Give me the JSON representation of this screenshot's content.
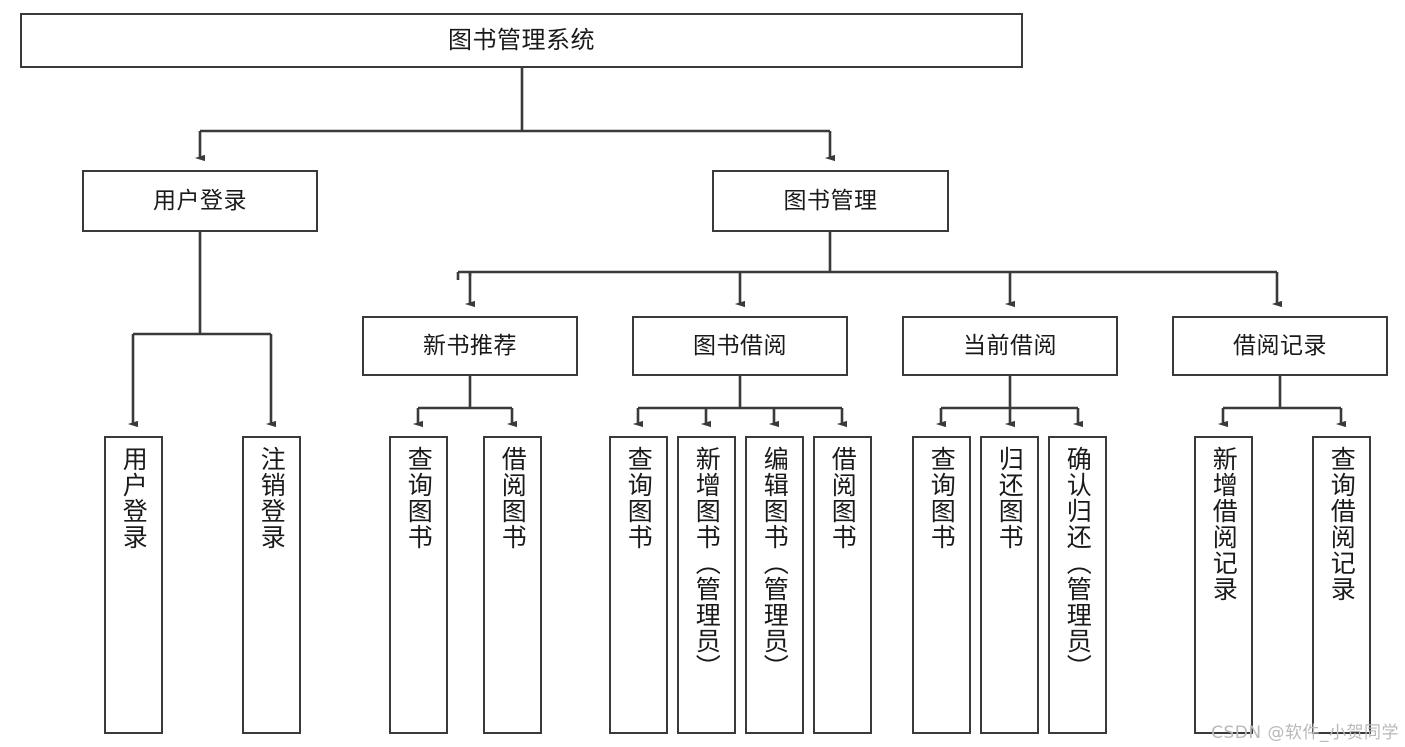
{
  "diagram": {
    "title": "图书管理系统",
    "type": "hierarchy-tree",
    "watermark": "CSDN @软件_小贺同学",
    "colors": {
      "stroke": "#3a3a3a",
      "text": "#1a1a1a",
      "background": "#ffffff",
      "watermark": "#b9b9b9"
    },
    "root": {
      "label": "图书管理系统"
    },
    "level1": [
      {
        "label": "用户登录"
      },
      {
        "label": "图书管理"
      }
    ],
    "level2": [
      {
        "label": "新书推荐"
      },
      {
        "label": "图书借阅"
      },
      {
        "label": "当前借阅"
      },
      {
        "label": "借阅记录"
      }
    ],
    "leaves": {
      "user_login": [
        {
          "label": "用户登录"
        },
        {
          "label": "注销登录"
        }
      ],
      "new_book": [
        {
          "label": "查询图书"
        },
        {
          "label": "借阅图书"
        }
      ],
      "book_borrow": [
        {
          "label": "查询图书"
        },
        {
          "label": "新增图书（管理员）"
        },
        {
          "label": "编辑图书（管理员）"
        },
        {
          "label": "借阅图书"
        }
      ],
      "current_borrow": [
        {
          "label": "查询图书"
        },
        {
          "label": "归还图书"
        },
        {
          "label": "确认归还（管理员）"
        }
      ],
      "borrow_record": [
        {
          "label": "新增借阅记录"
        },
        {
          "label": "查询借阅记录"
        }
      ]
    }
  }
}
